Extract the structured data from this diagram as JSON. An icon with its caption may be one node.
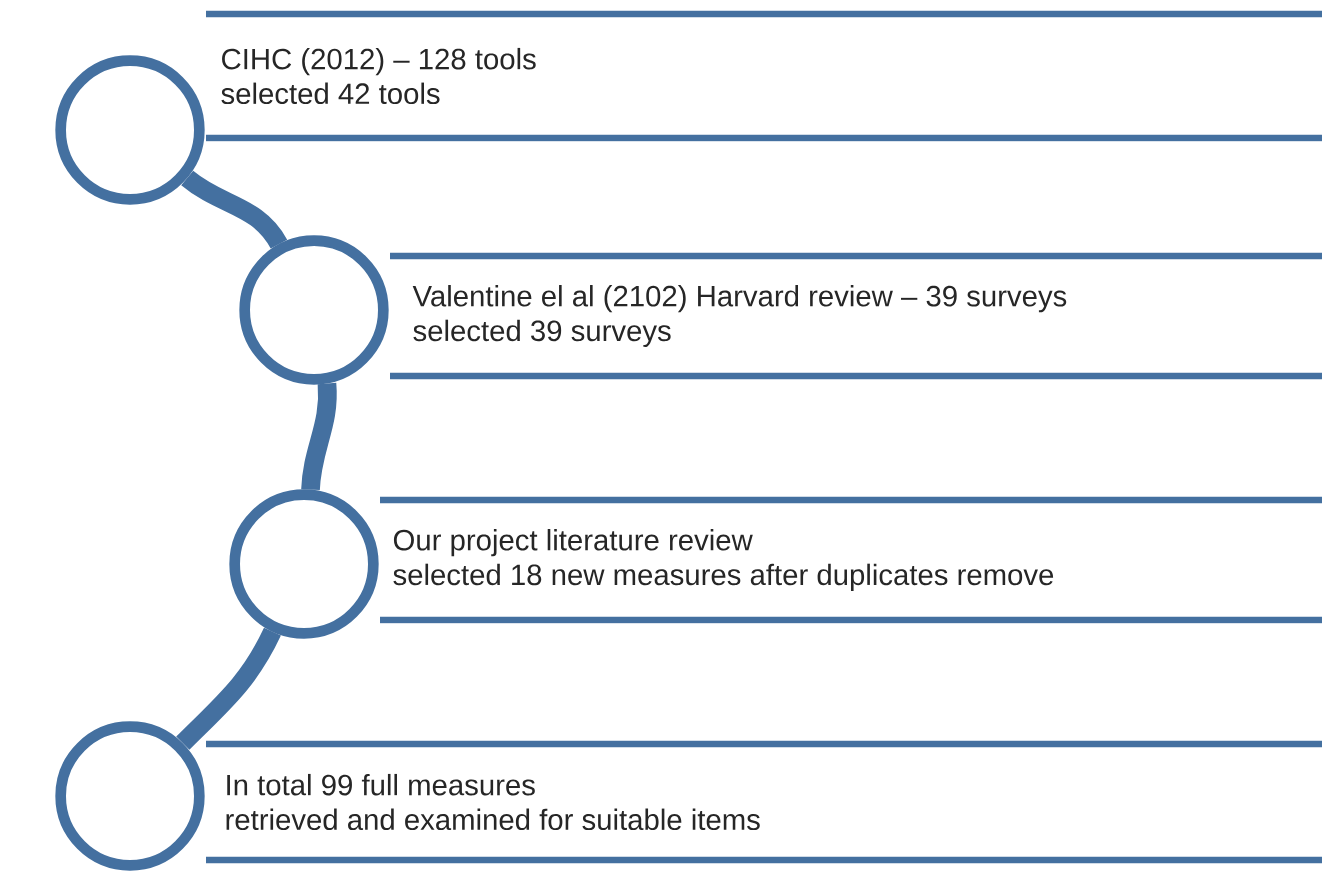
{
  "diagram": {
    "nodes": [
      {
        "text": [],
        "shape": "circle"
      },
      {
        "text": [
          "CIHC (2012) – 128 tools",
          "selected 42 tools"
        ]
      },
      {
        "text": [],
        "shape": "circle"
      },
      {
        "text": [
          "Valentine el al (2102) Harvard review – 39 surveys",
          "selected 39 surveys"
        ]
      },
      {
        "text": [],
        "shape": "circle"
      },
      {
        "text": [
          "Our project literature review",
          "selected 18 new measures  after duplicates remove"
        ]
      },
      {
        "text": [],
        "shape": "circle"
      },
      {
        "text": [
          "In total 99 full measures",
          "retrieved and examined for suitable items"
        ]
      }
    ],
    "edges": [
      {
        "from": 0,
        "to": 2,
        "arrow": "none"
      },
      {
        "from": 2,
        "to": 4,
        "arrow": "none"
      },
      {
        "from": 4,
        "to": 6,
        "arrow": "none"
      }
    ]
  }
}
